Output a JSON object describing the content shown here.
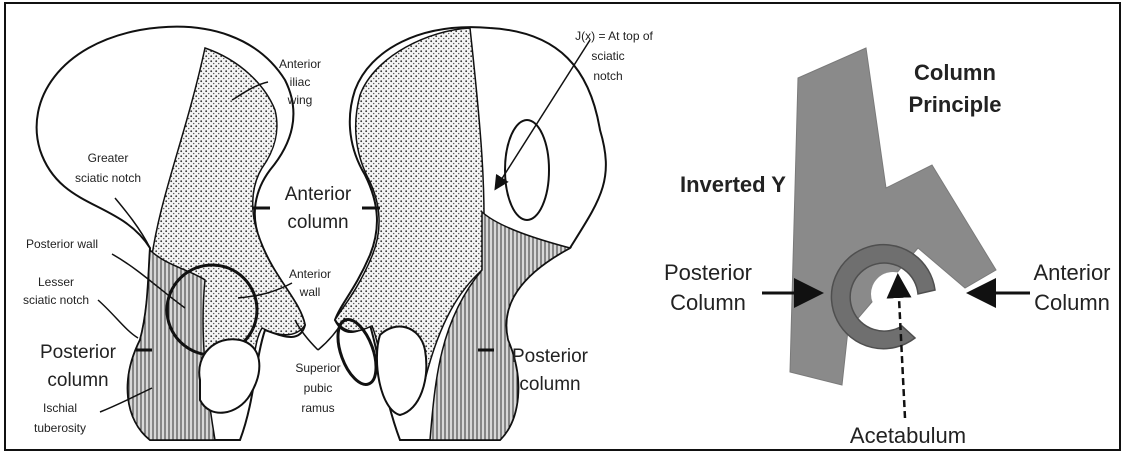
{
  "left_labels": {
    "anterior_iliac_wing": [
      "Anterior",
      "iliac",
      "wing"
    ],
    "j_x": [
      "J(x) = At top of",
      "sciatic",
      "notch"
    ],
    "greater_sciatic_notch": [
      "Greater",
      "sciatic notch"
    ],
    "anterior_column": [
      "Anterior",
      "column"
    ],
    "posterior_wall": "Posterior wall",
    "lesser_sciatic_notch": [
      "Lesser",
      "sciatic notch"
    ],
    "anterior_wall": [
      "Anterior",
      "wall"
    ],
    "posterior_column_left": [
      "Posterior",
      "column"
    ],
    "posterior_column_right": [
      "Posterior",
      "column"
    ],
    "superior_pubic_ramus": [
      "Superior",
      "pubic",
      "ramus"
    ],
    "ischial_tuberosity": [
      "Ischial",
      "tuberosity"
    ]
  },
  "right_labels": {
    "title": [
      "Column",
      "Principle"
    ],
    "inverted_y": "Inverted Y",
    "posterior_column": [
      "Posterior",
      "Column"
    ],
    "anterior_column": [
      "Anterior",
      "Column"
    ],
    "acetabulum": "Acetabulum"
  },
  "colors": {
    "y_shape": "#8a8a8a",
    "acetabulum_ring": "#6f6f6f",
    "line": "#111111"
  }
}
